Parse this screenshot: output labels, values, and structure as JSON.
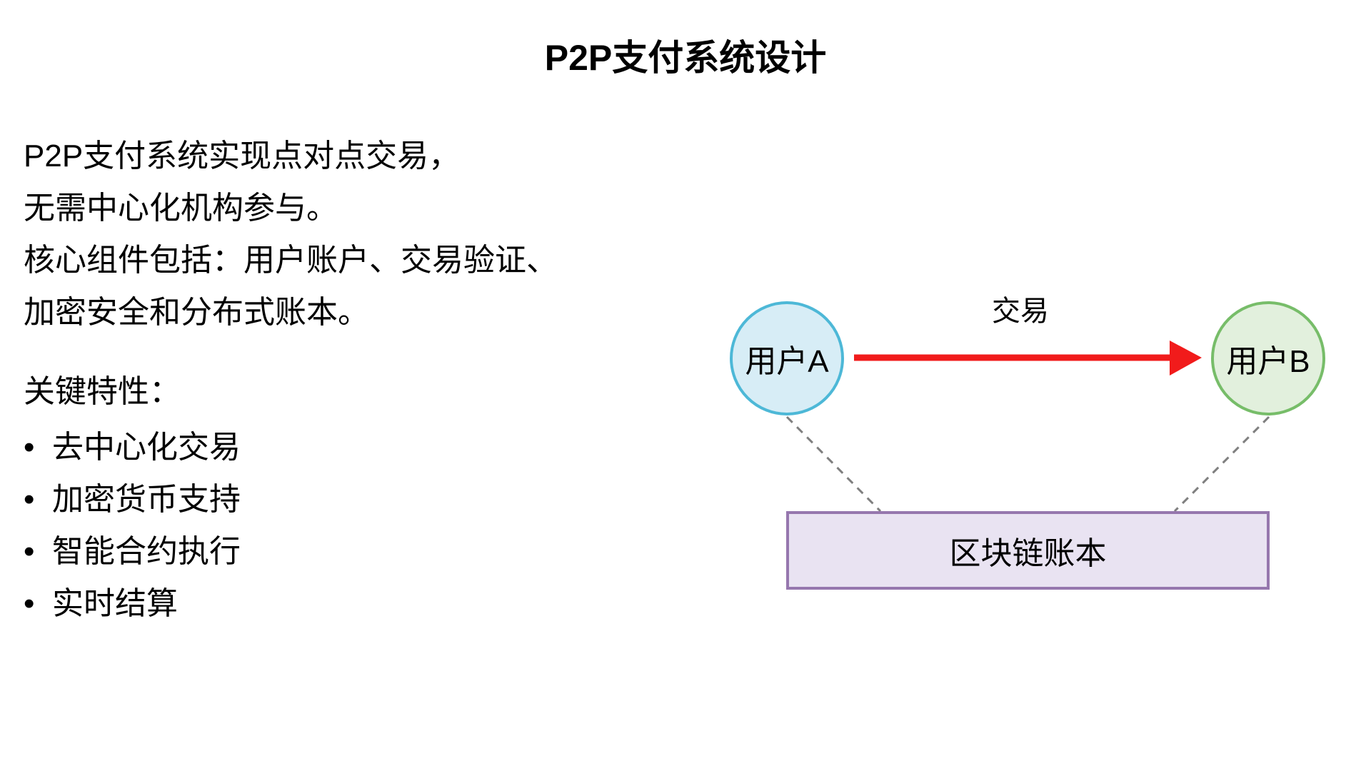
{
  "title": "P2P支付系统设计",
  "intro": {
    "lines": [
      "P2P支付系统实现点对点交易，",
      "无需中心化机构参与。",
      "核心组件包括：用户账户、交易验证、",
      "加密安全和分布式账本。"
    ]
  },
  "features": {
    "heading": "关键特性：",
    "bullet_char": "•",
    "items": [
      "去中心化交易",
      "加密货币支持",
      "智能合约执行",
      "实时结算"
    ]
  },
  "diagram": {
    "node_a": {
      "label": "用户A",
      "fill": "#d7edf6",
      "border": "#4db8d7"
    },
    "node_b": {
      "label": "用户B",
      "fill": "#e2f0dd",
      "border": "#77bd69"
    },
    "edge": {
      "label": "交易",
      "color": "#f11b1b"
    },
    "ledger": {
      "label": "区块链账本",
      "fill": "#e9e3f2",
      "border": "#9677ae"
    },
    "connector_color": "#7f7f7f"
  }
}
